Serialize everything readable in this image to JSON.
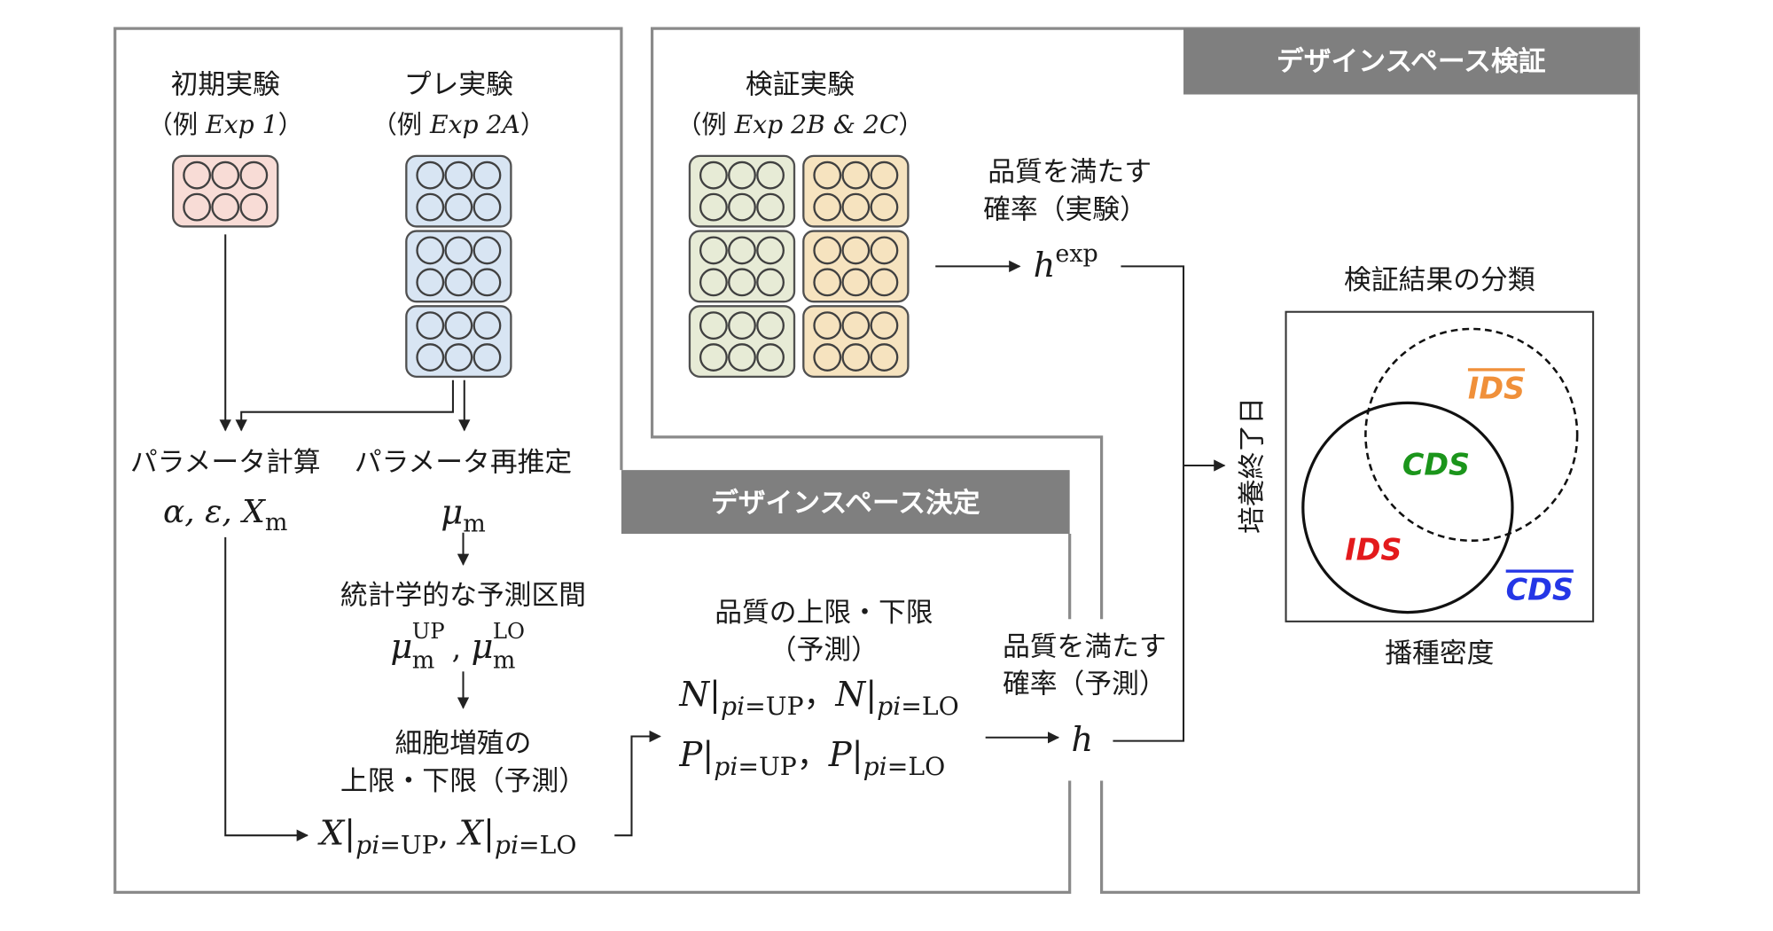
{
  "sections": {
    "decision_title": "デザインスペース決定",
    "verification_title": "デザインスペース検証"
  },
  "initial_experiment": {
    "title": "初期実験",
    "example_open": "（例 ",
    "example": "Exp 1",
    "example_close": "）"
  },
  "pre_experiment": {
    "title": "プレ実験",
    "example_open": "（例 ",
    "example": "Exp 2A",
    "example_close": "）"
  },
  "verification_experiment": {
    "title": "検証実験",
    "example_open": "（例 ",
    "example": "Exp 2B & 2C",
    "example_close": "）"
  },
  "parameter_calculation": {
    "label": "パラメータ計算",
    "symbols": "α, ε, X",
    "symbols_sub": "m"
  },
  "parameter_reestimation": {
    "label": "パラメータ再推定",
    "symbol": "μ",
    "symbol_sub": "m"
  },
  "prediction_interval": {
    "label": "統計学的な予測区間",
    "symbol": "μ",
    "sub": "m",
    "upper_sup": "UP",
    "separator": ",",
    "lower_sup": "LO"
  },
  "bounds_notation": {
    "bar": "|",
    "index": "pi",
    "upper": "=UP",
    "lower": "=LO"
  },
  "growth_bounds": {
    "label_line1": "細胞増殖の",
    "label_line2": "上限・下限（予測）",
    "variable": "X",
    "separator": ", "
  },
  "quality_bounds": {
    "label_line1": "品質の上限・下限",
    "label_line2": "（予測）",
    "rows": [
      {
        "variable": "N"
      },
      {
        "variable": "P"
      }
    ],
    "separator": "，"
  },
  "probability_predicted": {
    "label_line1": "品質を満たす",
    "label_line2": "確率（予測）",
    "symbol": "h"
  },
  "probability_experimental": {
    "label_line1": "品質を満たす",
    "label_line2": "確率（実験）",
    "symbol": "h",
    "superscript": "exp"
  },
  "classification": {
    "title": "検証結果の分類",
    "x_axis_label": "播種密度",
    "y_axis_label": "培養終了日",
    "regions": [
      {
        "label": "IDS",
        "overline": true,
        "color": "#f0903a"
      },
      {
        "label": "CDS",
        "overline": false,
        "color": "#1b951b"
      },
      {
        "label": "IDS",
        "overline": false,
        "color": "#e31a1c"
      },
      {
        "label": "CDS",
        "overline": true,
        "color": "#2436e6"
      }
    ]
  },
  "colors": {
    "section_header": "#7f7f7f",
    "frame": "#8a8a8a",
    "plate_initial": "#f8dcd6",
    "plate_pre": "#d8e5f3",
    "plate_verification_left": "#e7ebd6",
    "plate_verification_right": "#f6e3bf"
  }
}
